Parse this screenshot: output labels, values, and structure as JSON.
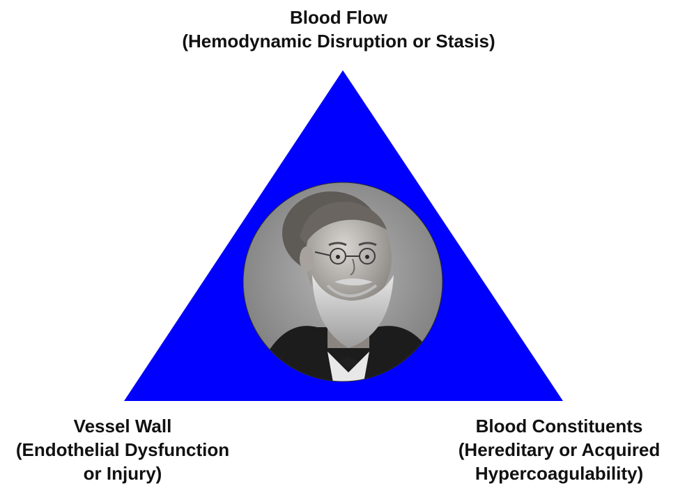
{
  "colors": {
    "triangle": "#0000ff",
    "portrait_bg": "#9a9a9a",
    "text": "#111111"
  },
  "top": {
    "line1": "Blood Flow",
    "line2": "(Hemodynamic Disruption or Stasis)"
  },
  "left": {
    "line1": "Vessel Wall",
    "line2": "(Endothelial Dysfunction",
    "line3": "or Injury)"
  },
  "right": {
    "line1": "Blood Constituents",
    "line2": "(Hereditary or Acquired",
    "line3": "Hypercoagulability)"
  },
  "center": {
    "image": "portrait-photograph"
  }
}
